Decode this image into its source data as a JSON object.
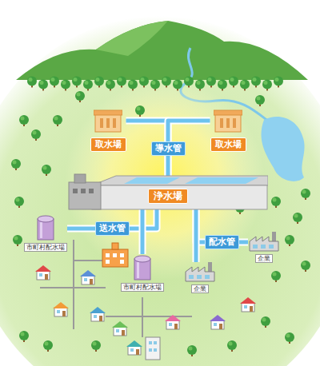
{
  "diagram": {
    "nodes": [
      {
        "text": [
          "取水場"
        ]
      },
      {
        "text": [
          "取水場"
        ]
      },
      {
        "text": [
          "浄水場"
        ]
      },
      {
        "text": [
          "市町村配水場"
        ]
      },
      {
        "text": [
          "企業"
        ]
      },
      {
        "text": [
          "市町村配水場"
        ]
      },
      {
        "text": [
          "企業"
        ]
      }
    ],
    "edges": [
      {
        "from": 0,
        "to": 2,
        "arrow": "none",
        "label": "導水管"
      },
      {
        "from": 1,
        "to": 2,
        "arrow": "none"
      },
      {
        "from": 2,
        "to": 3,
        "arrow": "none",
        "label": "送水管"
      },
      {
        "from": 2,
        "to": 5,
        "arrow": "none"
      },
      {
        "from": 2,
        "to": 4,
        "arrow": "none",
        "label": "配水管"
      },
      {
        "from": 2,
        "to": 6,
        "arrow": "none"
      }
    ]
  }
}
